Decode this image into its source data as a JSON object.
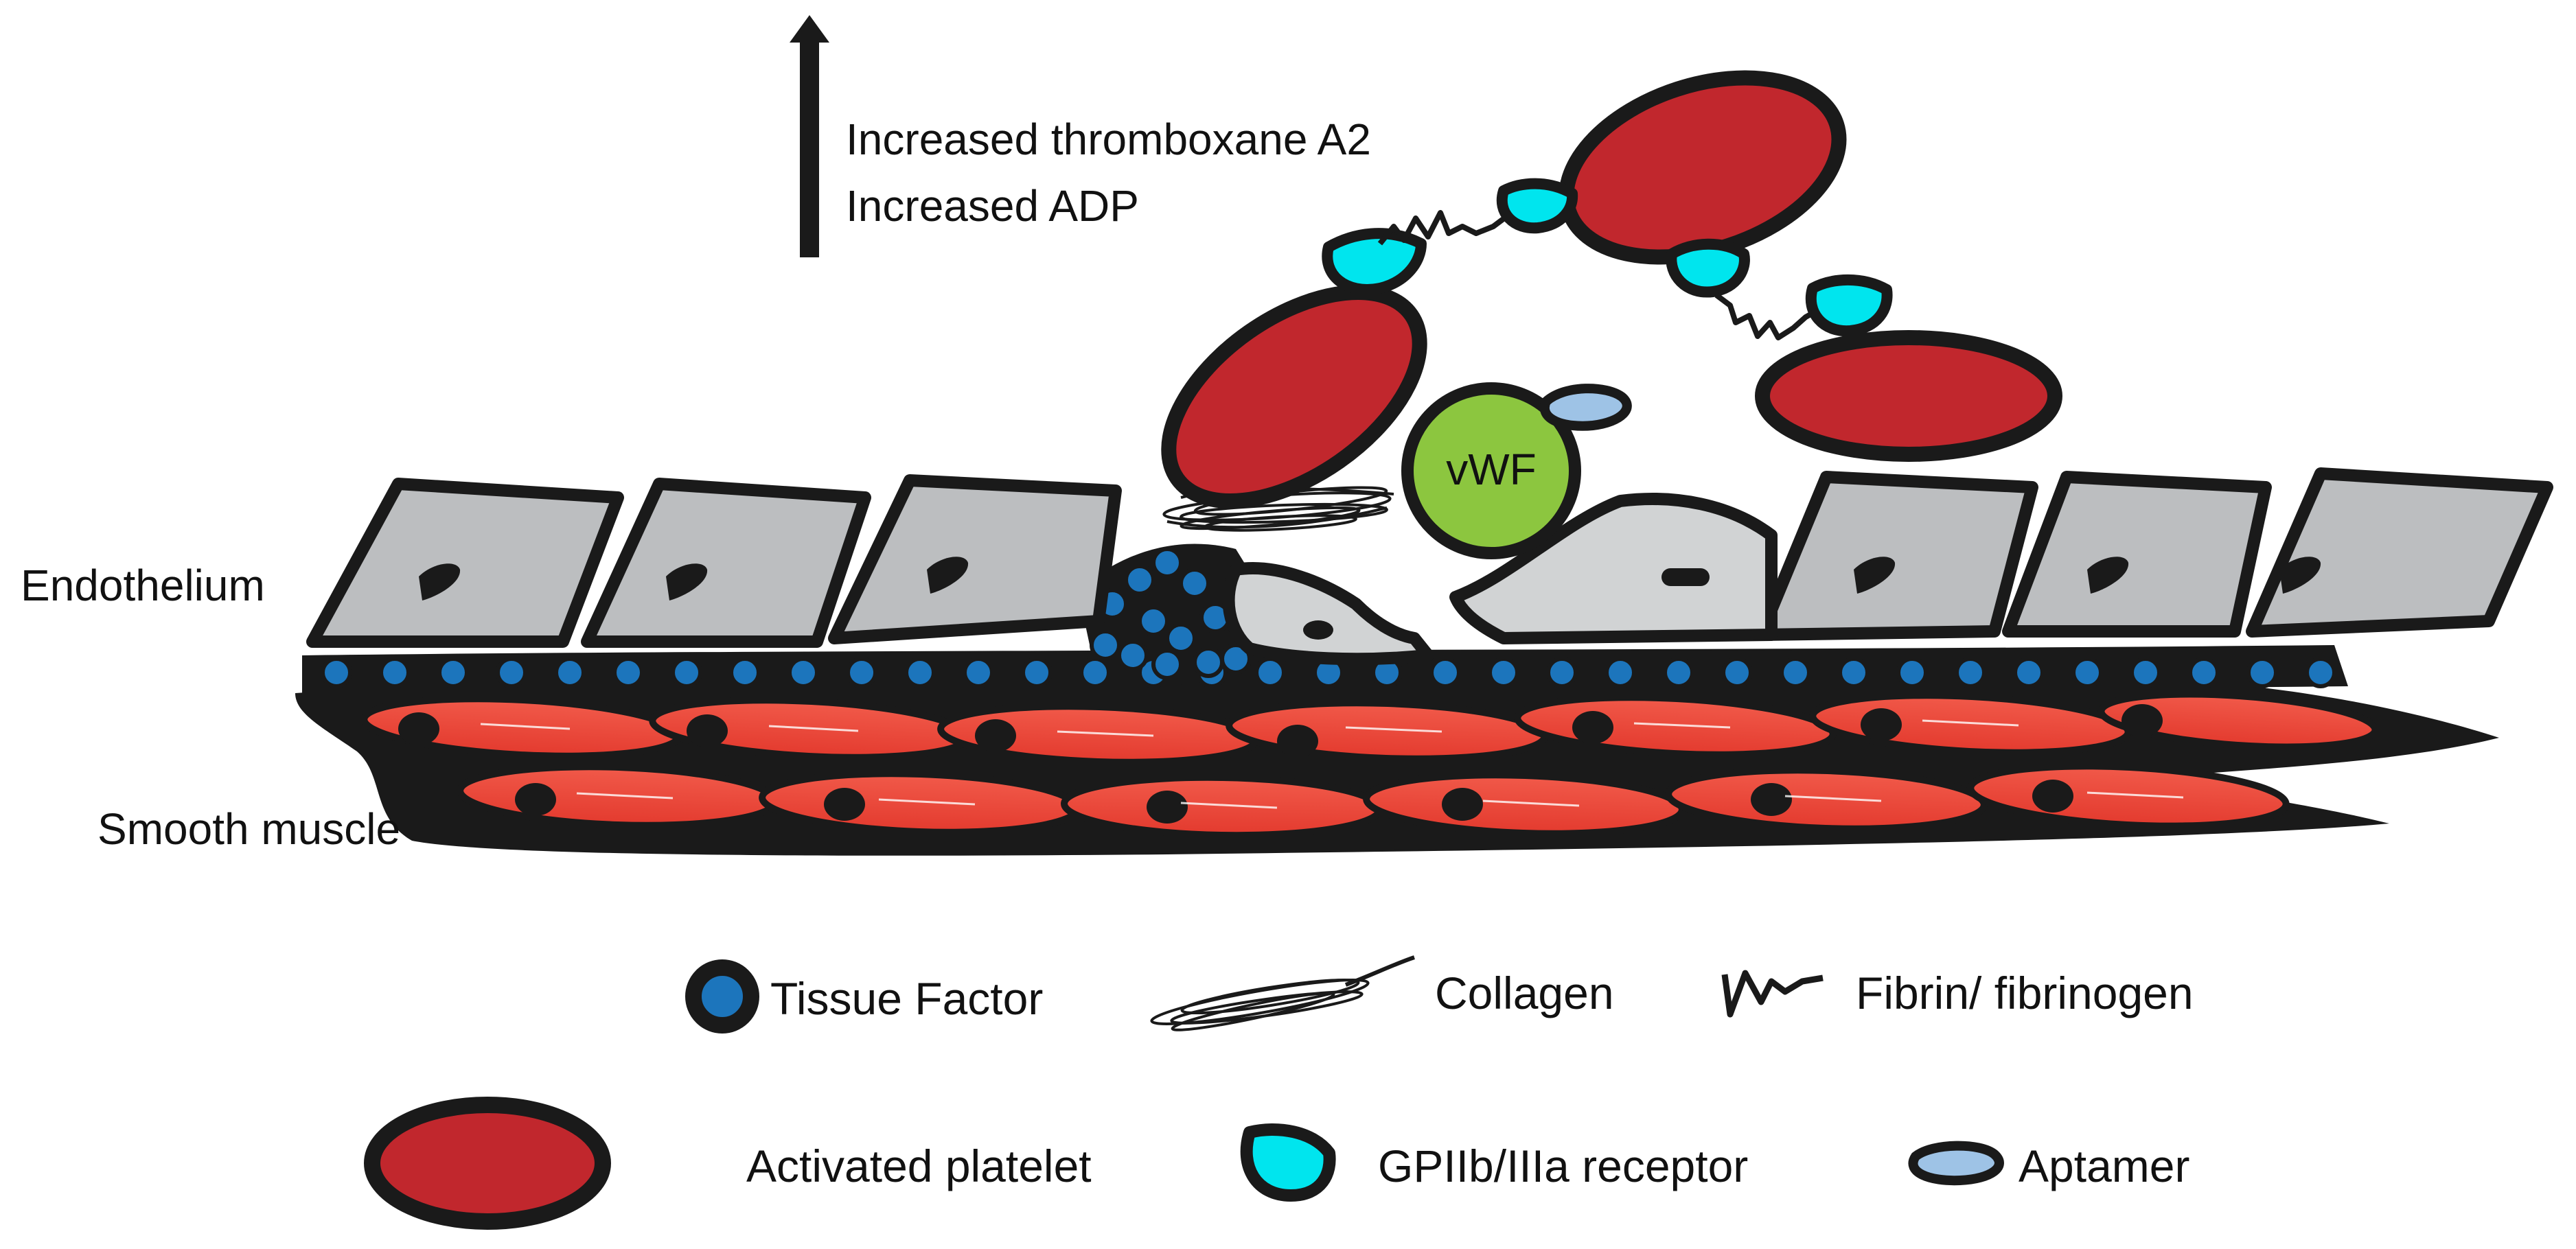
{
  "arrow_labels": {
    "line1": "Increased thromboxane A2",
    "line2": "Increased ADP"
  },
  "molecule_label": "vWF",
  "layer_labels": {
    "endothelium": "Endothelium",
    "smooth_muscle": "Smooth muscle"
  },
  "legend": [
    {
      "label": "Tissue Factor",
      "icon": "tissue-factor-icon"
    },
    {
      "label": "Collagen",
      "icon": "collagen-icon"
    },
    {
      "label": "Fibrin/ fibrinogen",
      "icon": "fibrin-icon"
    },
    {
      "label": "Activated platelet",
      "icon": "platelet-icon"
    },
    {
      "label": "GPIIb/IIIa receptor",
      "icon": "receptor-icon"
    },
    {
      "label": "Aptamer",
      "icon": "aptamer-icon"
    }
  ],
  "colors": {
    "platelet": "#c1272d",
    "receptor": "#00e5ee",
    "vwf": "#8cc63f",
    "endothelial_cell": "#bcbec0",
    "tissue_factor": "#1c75bc",
    "smooth_muscle": "#ef4136",
    "aptamer": "#9ec3e6",
    "outline": "#1a1a1a"
  }
}
